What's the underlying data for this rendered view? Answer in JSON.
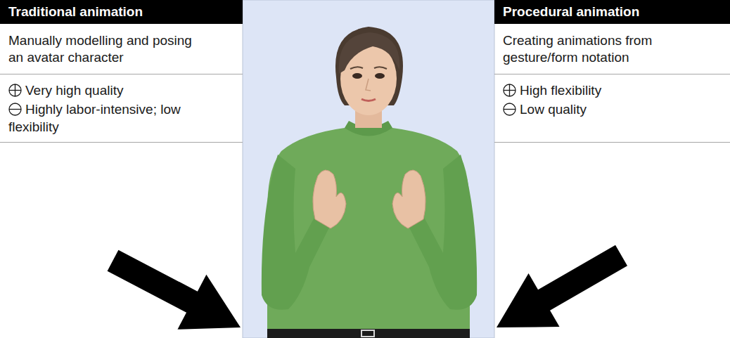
{
  "diagram": {
    "nodes": [
      {
        "text": [
          "Traditional animation",
          "Manually modelling and posing an avatar character"
        ]
      },
      {
        "text": [
          "Very high quality",
          "Highly labor-intensive; low flexibility"
        ]
      },
      {
        "text": [
          "Procedural animation",
          "Creating animations from gesture/form notation"
        ]
      },
      {
        "text": [
          "High flexibility",
          "Low quality"
        ]
      }
    ]
  }
}
